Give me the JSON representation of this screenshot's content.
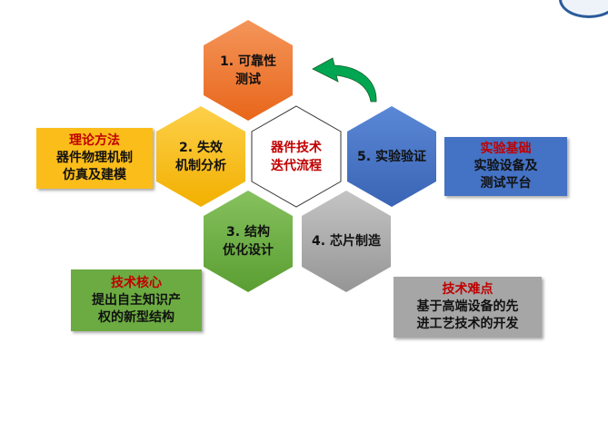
{
  "center": {
    "line1": "器件技术",
    "line2": "迭代流程"
  },
  "steps": [
    {
      "line1": "1. 可靠性",
      "line2": "测试",
      "color": "#f07a2a"
    },
    {
      "line1": "2. 失效",
      "line2": "机制分析",
      "color": "#fbbd1a"
    },
    {
      "line1": "3. 结构",
      "line2": "优化设计",
      "color": "#6cab42"
    },
    {
      "line1": "4. 芯片制造",
      "line2": "",
      "color": "#a6a6a6"
    },
    {
      "line1": "5. 实验验证",
      "line2": "",
      "color": "#4472c4"
    }
  ],
  "notes": {
    "theory": {
      "title": "理论方法",
      "line1": "器件物理机制",
      "line2": "仿真及建模",
      "color": "#fbbd1a"
    },
    "experiment": {
      "title": "实验基础",
      "line1": "实验设备及",
      "line2": "测试平台",
      "color": "#4472c4"
    },
    "core": {
      "title": "技术核心",
      "line1": "提出自主知识产",
      "line2": "权的新型结构",
      "color": "#6cab42"
    },
    "difficulty": {
      "title": "技术难点",
      "line1": "基于高端设备的先",
      "line2": "进工艺技术的开发",
      "color": "#a6a6a6"
    }
  },
  "arrow_color": "#00a651"
}
